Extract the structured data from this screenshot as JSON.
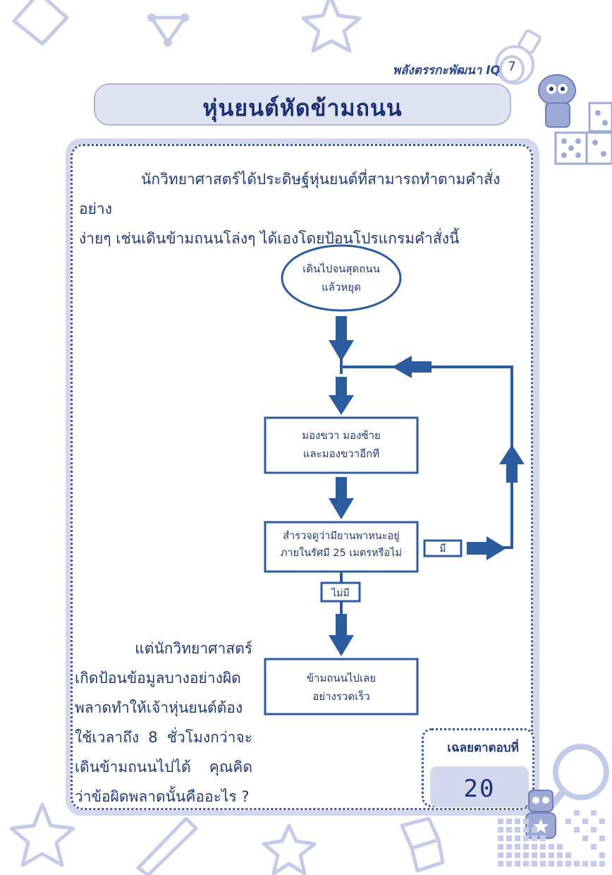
{
  "header": {
    "series_title": "พลังตรรกะพัฒนา IQ",
    "page_number": "7"
  },
  "title": "หุ่นยนต์หัดข้ามถนน",
  "intro": {
    "line1": "นักวิทยาศาสตร์ได้ประดิษฐ์หุ่นยนต์ที่สามารถทำตามคำสั่งอย่าง",
    "line2": "ง่ายๆ เช่นเดินข้ามถนนโล่งๆ ได้เองโดยป้อนโปรแกรมคำสั่งนี้"
  },
  "flowchart": {
    "start_line1": "เดินไปจนสุดถนน",
    "start_line2": "แล้วหยุด",
    "look_line1": "มองขวา มองซ้าย",
    "look_line2": "และมองขวาอีกที",
    "check_line1": "สำรวจดูว่ามียานพาหนะอยู่",
    "check_line2": "ภายในรัศมี 25 เมตรหรือไม่",
    "yes_label": "มี",
    "no_label": "ไม่มี",
    "cross_line1": "ข้ามถนนไปเลย",
    "cross_line2": "อย่างรวดเร็ว"
  },
  "question": {
    "lead": "แต่นักวิทยาศาสตร์",
    "body": "เกิดป้อนข้อมูลบางอย่างผิดพลาดทำให้เจ้าหุ่นยนต์ต้องใช้เวลาถึง 8 ชั่วโมงกว่าจะเดินข้ามถนนไปได้ คุณคิดว่าข้อผิดพลาดนั้นคืออะไร ?"
  },
  "answer": {
    "label": "เฉลยตาตอบที่",
    "number": "20"
  },
  "colors": {
    "primary": "#2b5d9e",
    "text": "#1f3a78",
    "frame_fill": "#d3d8ec",
    "deco": "#bfc6e6"
  }
}
